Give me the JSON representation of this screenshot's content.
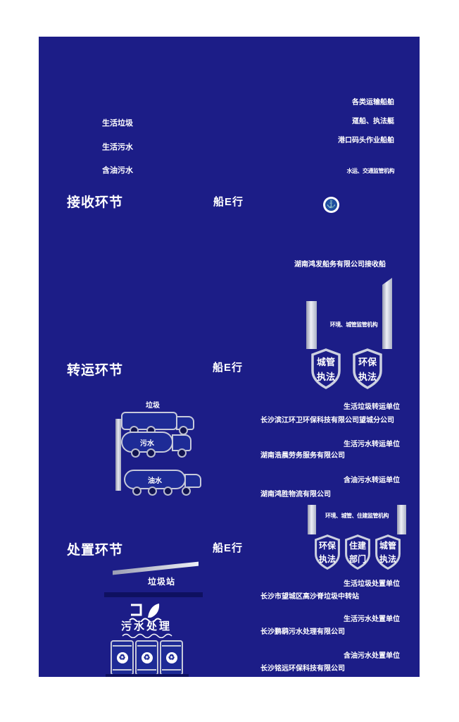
{
  "page": {
    "background": "#ffffff",
    "canvas_color": "#1c1d87",
    "accent_silver": "#c9ccdc",
    "text_color": "#ffffff"
  },
  "app_badge": "船E行",
  "logo": {
    "name": "maritime-anchor-emblem",
    "glyph": "⚓"
  },
  "receive": {
    "title": "接收环节",
    "waste_types": [
      "生活垃圾",
      "生活污水",
      "含油污水"
    ],
    "ship_types": [
      "各类运输船舶",
      "趸船、执法艇",
      "港口码头作业船舶"
    ],
    "regulator": "水运、交通监管机构",
    "receiver_ship": "湖南鸿发船务有限公司接收船",
    "supervisor": "环境、城管监管机构",
    "shields": [
      [
        "城管",
        "执法"
      ],
      [
        "环保",
        "执法"
      ]
    ]
  },
  "transfer": {
    "title": "转运环节",
    "truck_labels": [
      "垃圾",
      "污水",
      "油水"
    ],
    "units": [
      {
        "label": "生活垃圾转运单位",
        "company": "长沙滨江环卫环保科技有限公司望城分公司"
      },
      {
        "label": "生活污水转运单位",
        "company": "湖南浩晨劳务服务有限公司"
      },
      {
        "label": "含油污水转运单位",
        "company": "湖南鸿胜物流有限公司"
      }
    ],
    "supervisor": "环境、城管、住建监管机构",
    "shields": [
      [
        "环保",
        "执法"
      ],
      [
        "住建",
        "部门"
      ],
      [
        "城管",
        "执法"
      ]
    ]
  },
  "dispose": {
    "title": "处置环节",
    "station_label": "垃圾站",
    "sewage_label": "污水处理",
    "recycle_glyph": "♻",
    "units": [
      {
        "label": "生活垃圾处置单位",
        "company": "长沙市望城区高沙脊垃圾中转站"
      },
      {
        "label": "生活污水处置单位",
        "company": "长沙鹏鹞污水处理有限公司"
      },
      {
        "label": "含油污水处置单位",
        "company": "长沙铭远环保科技有限公司"
      }
    ]
  }
}
